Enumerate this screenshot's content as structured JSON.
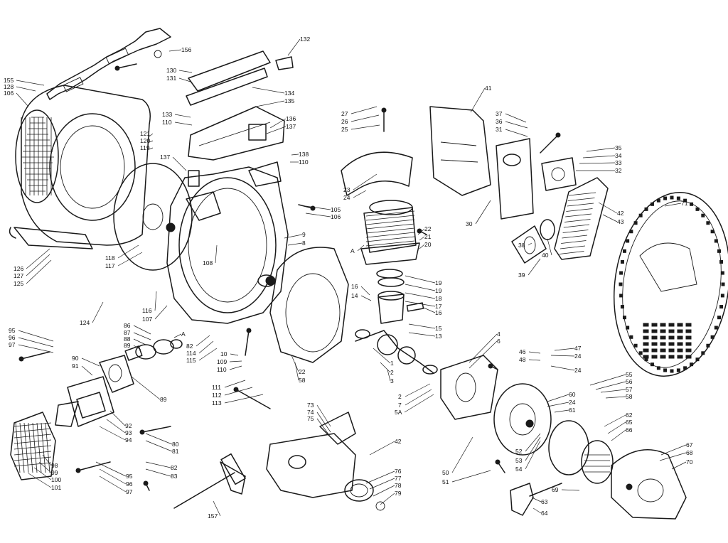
{
  "callouts": [
    {
      "t": "156"
    },
    {
      "t": "132"
    },
    {
      "t": "130"
    },
    {
      "t": "131"
    },
    {
      "t": "155"
    },
    {
      "t": "128"
    },
    {
      "t": "106"
    },
    {
      "t": "134"
    },
    {
      "t": "135"
    },
    {
      "t": "133"
    },
    {
      "t": "110"
    },
    {
      "t": "136"
    },
    {
      "t": "137"
    },
    {
      "t": "41"
    },
    {
      "t": "37"
    },
    {
      "t": "36"
    },
    {
      "t": "31"
    },
    {
      "t": "27"
    },
    {
      "t": "26"
    },
    {
      "t": "25"
    },
    {
      "t": "121"
    },
    {
      "t": "120"
    },
    {
      "t": "119"
    },
    {
      "t": "137"
    },
    {
      "t": "138"
    },
    {
      "t": "110"
    },
    {
      "t": "35"
    },
    {
      "t": "34"
    },
    {
      "t": "33"
    },
    {
      "t": "32"
    },
    {
      "t": "23"
    },
    {
      "t": "24"
    },
    {
      "t": "105"
    },
    {
      "t": "106"
    },
    {
      "t": "71"
    },
    {
      "t": "42"
    },
    {
      "t": "43"
    },
    {
      "t": "30"
    },
    {
      "t": "22"
    },
    {
      "t": "21"
    },
    {
      "t": "20"
    },
    {
      "t": "A"
    },
    {
      "t": "9"
    },
    {
      "t": "8"
    },
    {
      "t": "118"
    },
    {
      "t": "117"
    },
    {
      "t": "108"
    },
    {
      "t": "126"
    },
    {
      "t": "127"
    },
    {
      "t": "125"
    },
    {
      "t": "38"
    },
    {
      "t": "39"
    },
    {
      "t": "40"
    },
    {
      "t": "19"
    },
    {
      "t": "19"
    },
    {
      "t": "18"
    },
    {
      "t": "16"
    },
    {
      "t": "14"
    },
    {
      "t": "17"
    },
    {
      "t": "16"
    },
    {
      "t": "124"
    },
    {
      "t": "116"
    },
    {
      "t": "107"
    },
    {
      "t": "15"
    },
    {
      "t": "13"
    },
    {
      "t": "95"
    },
    {
      "t": "96"
    },
    {
      "t": "97"
    },
    {
      "t": "86"
    },
    {
      "t": "87"
    },
    {
      "t": "88"
    },
    {
      "t": "89"
    },
    {
      "t": "A"
    },
    {
      "t": "82"
    },
    {
      "t": "114"
    },
    {
      "t": "115"
    },
    {
      "t": "4"
    },
    {
      "t": "6"
    },
    {
      "t": "46"
    },
    {
      "t": "48"
    },
    {
      "t": "47"
    },
    {
      "t": "24"
    },
    {
      "t": "24"
    },
    {
      "t": "90"
    },
    {
      "t": "91"
    },
    {
      "t": "10"
    },
    {
      "t": "109"
    },
    {
      "t": "110"
    },
    {
      "t": "1"
    },
    {
      "t": "2"
    },
    {
      "t": "3"
    },
    {
      "t": "22"
    },
    {
      "t": "58"
    },
    {
      "t": "2"
    },
    {
      "t": "7"
    },
    {
      "t": "5A"
    },
    {
      "t": "55"
    },
    {
      "t": "56"
    },
    {
      "t": "57"
    },
    {
      "t": "58"
    },
    {
      "t": "111"
    },
    {
      "t": "112"
    },
    {
      "t": "113"
    },
    {
      "t": "89"
    },
    {
      "t": "60"
    },
    {
      "t": "24"
    },
    {
      "t": "61"
    },
    {
      "t": "73"
    },
    {
      "t": "74"
    },
    {
      "t": "75"
    },
    {
      "t": "92"
    },
    {
      "t": "93"
    },
    {
      "t": "94"
    },
    {
      "t": "80"
    },
    {
      "t": "81"
    },
    {
      "t": "42"
    },
    {
      "t": "62"
    },
    {
      "t": "65"
    },
    {
      "t": "66"
    },
    {
      "t": "52"
    },
    {
      "t": "53"
    },
    {
      "t": "54"
    },
    {
      "t": "67"
    },
    {
      "t": "68"
    },
    {
      "t": "70"
    },
    {
      "t": "98"
    },
    {
      "t": "99"
    },
    {
      "t": "100"
    },
    {
      "t": "101"
    },
    {
      "t": "95"
    },
    {
      "t": "96"
    },
    {
      "t": "97"
    },
    {
      "t": "82"
    },
    {
      "t": "83"
    },
    {
      "t": "50"
    },
    {
      "t": "51"
    },
    {
      "t": "76"
    },
    {
      "t": "77"
    },
    {
      "t": "78"
    },
    {
      "t": "79"
    },
    {
      "t": "69"
    },
    {
      "t": "63"
    },
    {
      "t": "64"
    },
    {
      "t": "157"
    }
  ]
}
